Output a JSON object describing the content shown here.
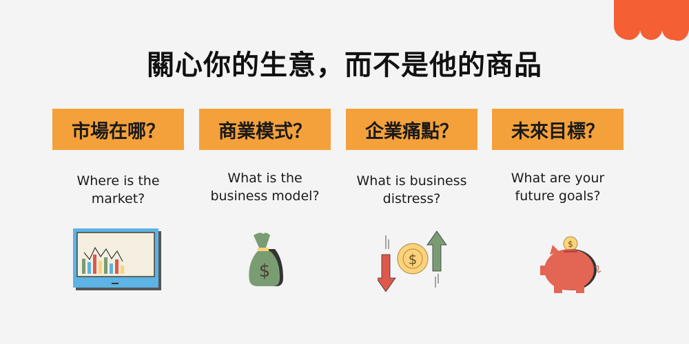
{
  "title": "關心你的生意，而不是他的商品",
  "cards": [
    {
      "heading": "市場在哪？",
      "line1": "Where is the",
      "line2": "market?",
      "icon": "chart-monitor-icon"
    },
    {
      "heading": "商業模式？",
      "line1": "What is the",
      "line2": "business model?",
      "icon": "money-bag-icon"
    },
    {
      "heading": "企業痛點？",
      "line1": "What is business",
      "line2": "distress?",
      "icon": "coin-arrows-icon"
    },
    {
      "heading": "未來目標？",
      "line1": "What are your",
      "line2": "future goals?",
      "icon": "piggy-bank-icon"
    }
  ],
  "colors": {
    "accent": "#f4a13b",
    "blob": "#f45f33",
    "background": "#f4f4f4"
  }
}
